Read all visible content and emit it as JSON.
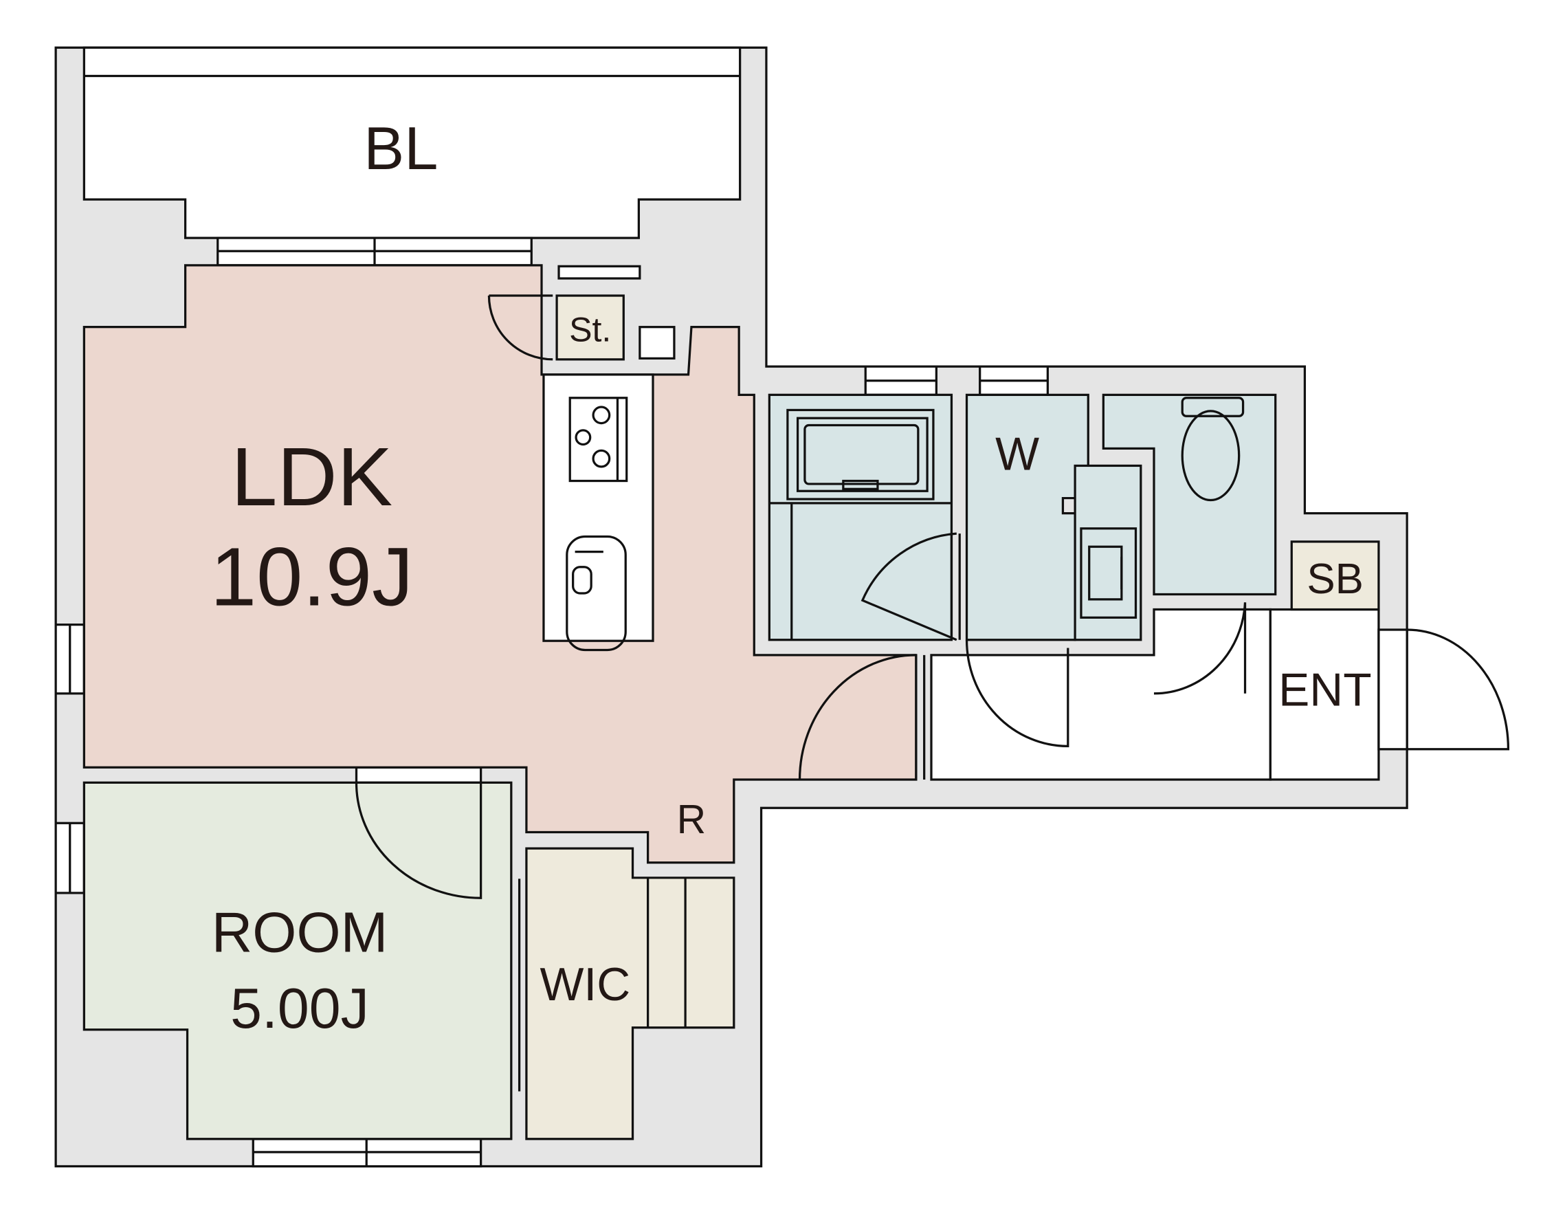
{
  "rooms": {
    "balcony": "BL",
    "ldk": "LDK",
    "ldk_size": "10.9J",
    "room": "ROOM",
    "room_size": "5.00J",
    "wic": "WIC",
    "washroom": "W",
    "storage": "St.",
    "shoebox": "SB",
    "entrance": "ENT",
    "refrigerator": "R"
  },
  "colors": {
    "wall": "#e5e5e5",
    "ldk": "#ecd7cf",
    "room": "#e5ebdf",
    "wet": "#d7e5e6",
    "storage": "#eeeadc"
  }
}
